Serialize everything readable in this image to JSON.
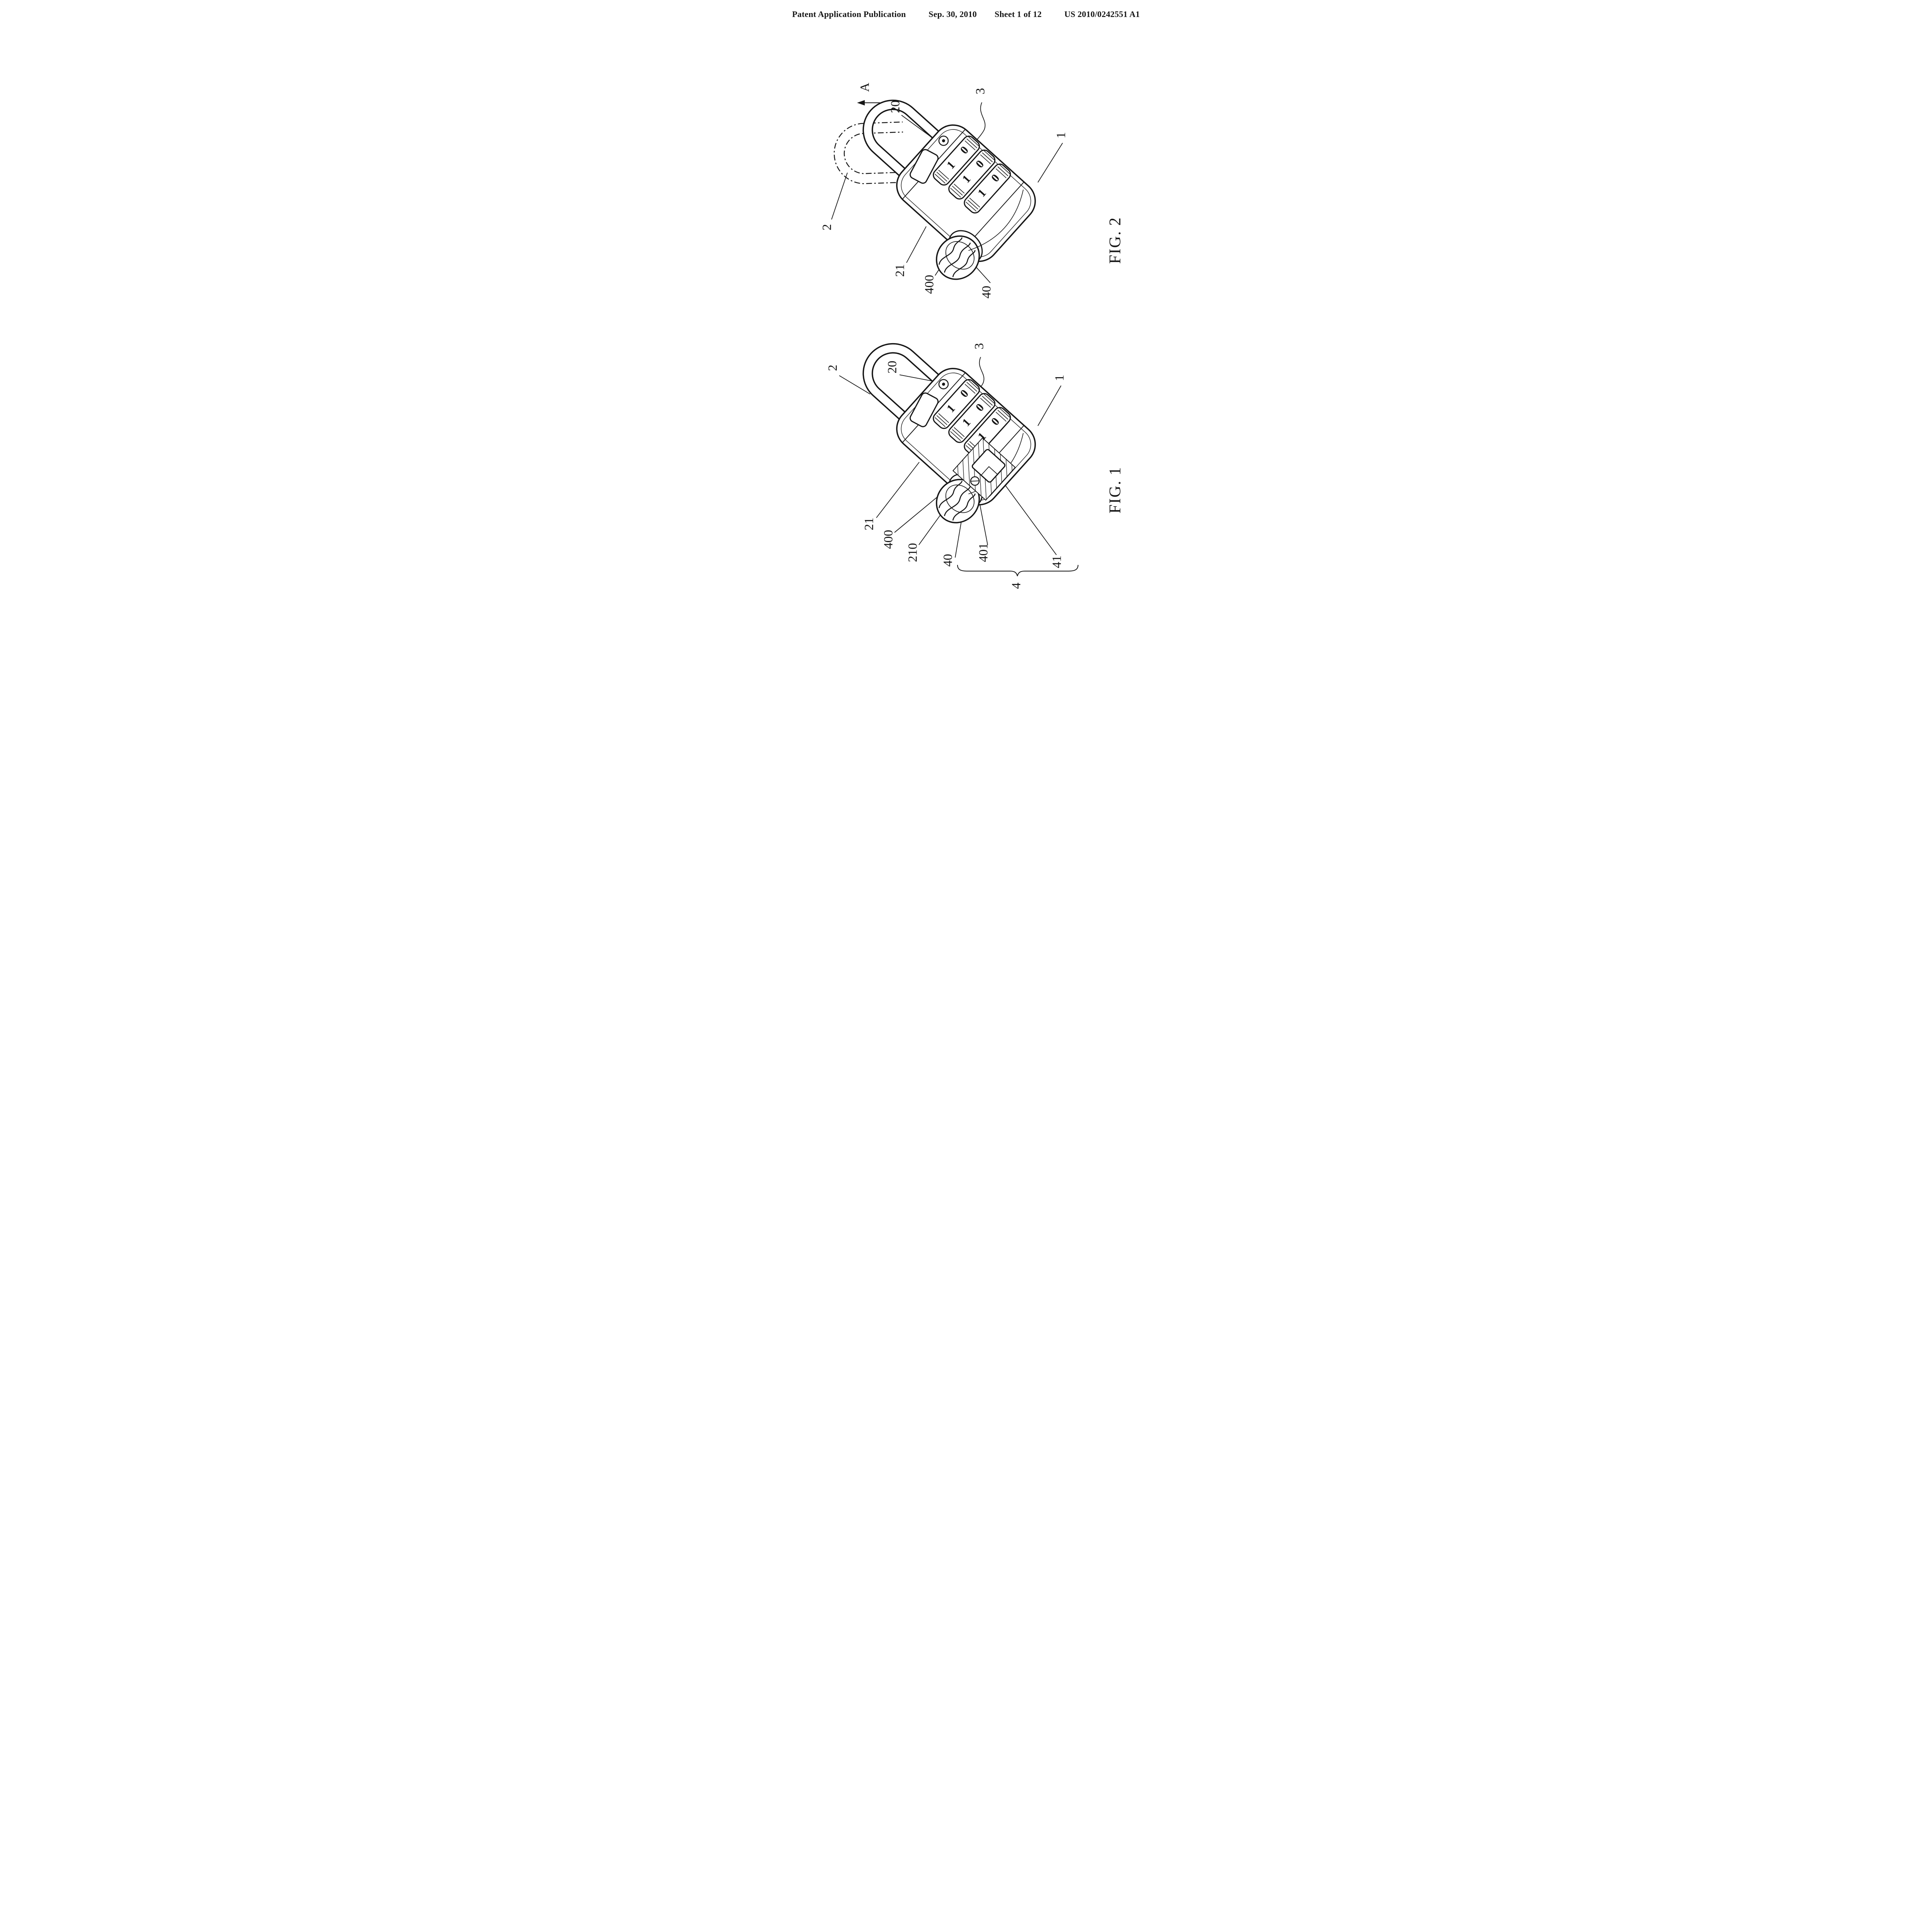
{
  "header": {
    "publication": "Patent Application Publication",
    "date": "Sep. 30, 2010",
    "sheet": "Sheet 1 of 12",
    "patent_number": "US 2010/0242551 A1"
  },
  "colors": {
    "ink": "#161616",
    "paper": "#ffffff"
  },
  "figures": {
    "fig2": {
      "caption": "FIG. 2",
      "section_label": "A",
      "labels": {
        "open_shackle": "2",
        "shackle_hole": "20",
        "dial_wheels": "3",
        "lock_body": "1",
        "shackle_leg": "21",
        "knob_slots": "400",
        "knob": "40"
      },
      "dial_digits": [
        [
          "1",
          "0"
        ],
        [
          "1",
          "0"
        ],
        [
          "1",
          "0"
        ]
      ]
    },
    "fig1": {
      "caption": "FIG. 1",
      "labels": {
        "shackle": "2",
        "shackle_hole": "20",
        "dial_wheels": "3",
        "lock_body": "1",
        "shackle_leg": "21",
        "knob_slots": "400",
        "collar": "210",
        "knob": "40",
        "screw": "401",
        "slider_block": "41",
        "lock_assembly": "4"
      },
      "dial_digits": [
        [
          "1",
          "0"
        ],
        [
          "1",
          "0"
        ],
        [
          "1",
          "0"
        ]
      ]
    }
  }
}
